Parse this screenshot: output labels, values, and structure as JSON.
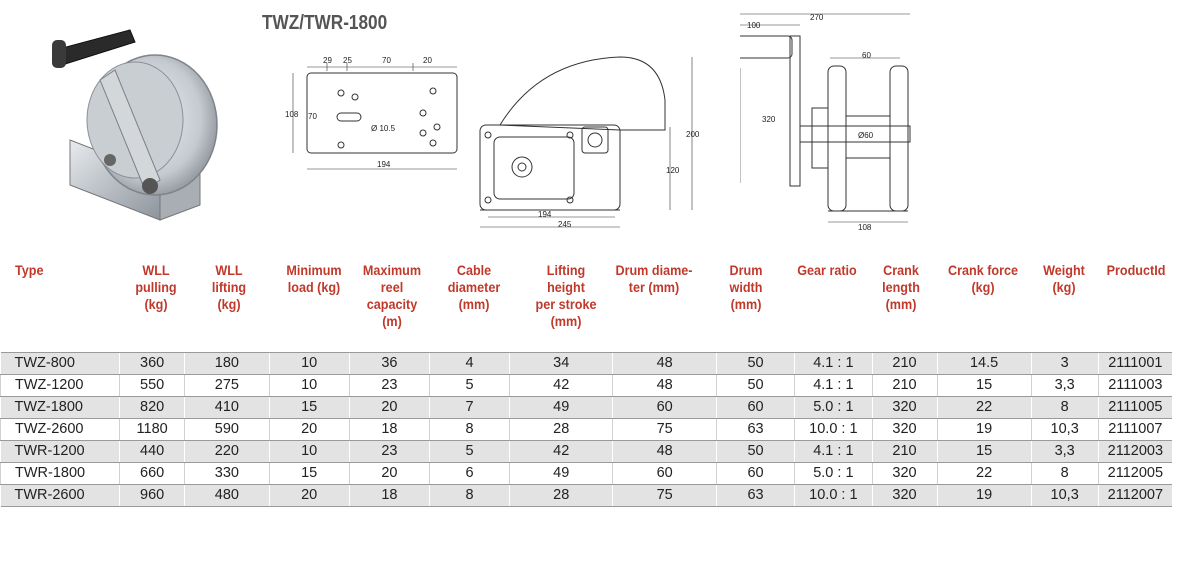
{
  "title": "TWZ/TWR-1800",
  "drawing_dims": {
    "top": [
      "29",
      "25",
      "70",
      "20"
    ],
    "height": "108",
    "hole_spacing": "70",
    "hole": "Ø 10.5",
    "base_width": "194",
    "side_height": "200",
    "side_mid": "120",
    "side_base": "194",
    "side_total": "245",
    "front_total": "270",
    "front_handle": "100",
    "front_drum": "60",
    "front_crank": "320",
    "front_drum_dia": "Ø60",
    "front_base": "108"
  },
  "headers": [
    "Type",
    "WLL\npulling\n(kg)",
    "WLL\nlifting\n(kg)",
    "Minimum\nload (kg)",
    "Maximum\nreel\ncapacity\n(m)",
    "Cable\ndiameter\n(mm)",
    "Lifting\nheight\nper stroke\n(mm)",
    "Drum diame-\nter (mm)",
    "Drum\nwidth\n(mm)",
    "Gear ratio",
    "Crank\nlength\n(mm)",
    "Crank force\n(kg)",
    "Weight\n(kg)",
    "ProductId"
  ],
  "rows": [
    [
      "TWZ-800",
      "360",
      "180",
      "10",
      "36",
      "4",
      "34",
      "48",
      "50",
      "4.1 : 1",
      "210",
      "14.5",
      "3",
      "2111001"
    ],
    [
      "TWZ-1200",
      "550",
      "275",
      "10",
      "23",
      "5",
      "42",
      "48",
      "50",
      "4.1 : 1",
      "210",
      "15",
      "3,3",
      "2111003"
    ],
    [
      "TWZ-1800",
      "820",
      "410",
      "15",
      "20",
      "7",
      "49",
      "60",
      "60",
      "5.0 : 1",
      "320",
      "22",
      "8",
      "2111005"
    ],
    [
      "TWZ-2600",
      "1180",
      "590",
      "20",
      "18",
      "8",
      "28",
      "75",
      "63",
      "10.0 : 1",
      "320",
      "19",
      "10,3",
      "2111007"
    ],
    [
      "TWR-1200",
      "440",
      "220",
      "10",
      "23",
      "5",
      "42",
      "48",
      "50",
      "4.1 : 1",
      "210",
      "15",
      "3,3",
      "2112003"
    ],
    [
      "TWR-1800",
      "660",
      "330",
      "15",
      "20",
      "6",
      "49",
      "60",
      "60",
      "5.0 : 1",
      "320",
      "22",
      "8",
      "2112005"
    ],
    [
      "TWR-2600",
      "960",
      "480",
      "20",
      "18",
      "8",
      "28",
      "75",
      "63",
      "10.0 : 1",
      "320",
      "19",
      "10,3",
      "2112007"
    ]
  ],
  "colors": {
    "header_text": "#c0392b",
    "row_shade": "#e3e3e3",
    "border": "#9a9a9a"
  }
}
